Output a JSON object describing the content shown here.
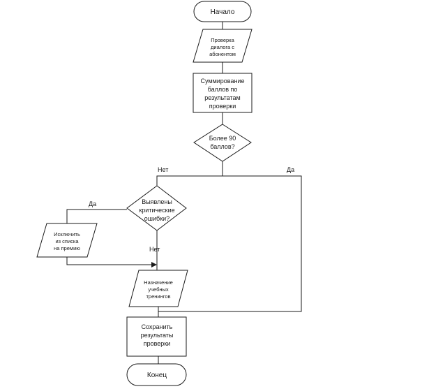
{
  "diagram": {
    "nodes": {
      "start": {
        "text": "Начало"
      },
      "check_dialog": {
        "lines": [
          "Проверка",
          "диалога с",
          "абонентом"
        ]
      },
      "sum_points": {
        "lines": [
          "Суммирование",
          "баллов по",
          "результатам",
          "проверки"
        ]
      },
      "decision_90": {
        "lines": [
          "Более 90",
          "баллов?"
        ]
      },
      "decision_errors": {
        "lines": [
          "Выявлены",
          "критические",
          "ошибки?"
        ]
      },
      "exclude": {
        "lines": [
          "Исключить",
          "из списка",
          "на премию"
        ]
      },
      "trainings": {
        "lines": [
          "Назначение",
          "учебных",
          "тренингов"
        ]
      },
      "save": {
        "lines": [
          "Сохранить",
          "результаты",
          "проверки"
        ]
      },
      "end": {
        "text": "Конец"
      }
    },
    "edges": {
      "no_90": "Нет",
      "yes_90": "Да",
      "yes_errors": "Да",
      "no_errors": "Нет"
    }
  }
}
